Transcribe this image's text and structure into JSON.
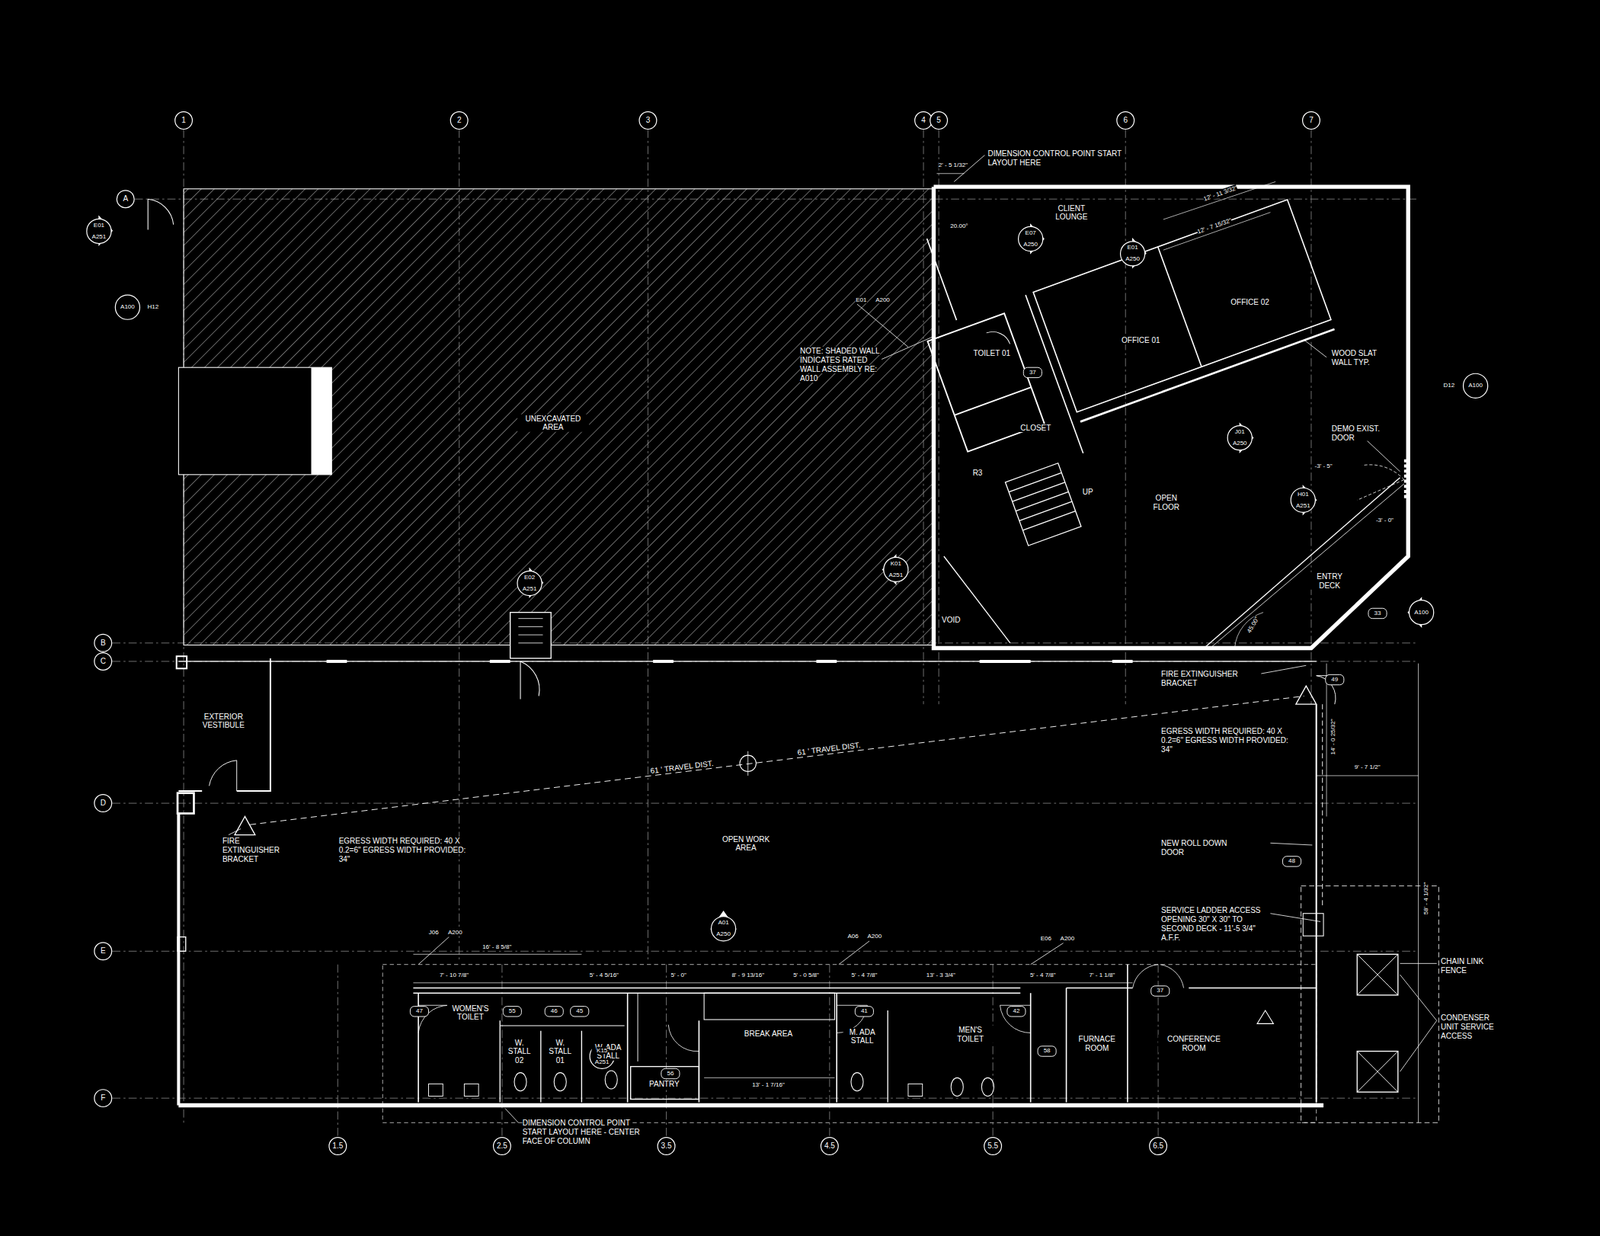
{
  "diagram": {
    "nodes": [
      {
        "text": [
          "UNEXCAVATED AREA"
        ]
      },
      {
        "text": [
          "CLIENT LOUNGE"
        ]
      },
      {
        "text": [
          "OFFICE 01"
        ]
      },
      {
        "text": [
          "OFFICE 02"
        ]
      },
      {
        "text": [
          "TOILET 01"
        ]
      },
      {
        "text": [
          "CLOSET"
        ]
      },
      {
        "text": [
          "OPEN FLOOR"
        ]
      },
      {
        "text": [
          "ENTRY DECK"
        ]
      },
      {
        "text": [
          "VOID"
        ]
      },
      {
        "text": [
          "EXTERIOR VESTIBULE"
        ]
      },
      {
        "text": [
          "OPEN WORK AREA"
        ]
      },
      {
        "text": [
          "WOMEN'S TOILET"
        ]
      },
      {
        "text": [
          "W. STALL 02"
        ]
      },
      {
        "text": [
          "W. STALL 01"
        ]
      },
      {
        "text": [
          "W. ADA STALL"
        ]
      },
      {
        "text": [
          "BREAK AREA"
        ]
      },
      {
        "text": [
          "PANTRY"
        ]
      },
      {
        "text": [
          "M. ADA STALL"
        ]
      },
      {
        "text": [
          "MEN'S TOILET"
        ]
      },
      {
        "text": [
          "FURNACE ROOM"
        ]
      },
      {
        "text": [
          "CONFERENCE ROOM"
        ]
      }
    ],
    "labels": [
      "1",
      "2",
      "3",
      "4",
      "5",
      "6",
      "7",
      "A",
      "B",
      "C",
      "D",
      "E",
      "F",
      "1.5",
      "2.5",
      "3.5",
      "4.5",
      "5.5",
      "6.5",
      "DIMENSION CONTROL POINT START LAYOUT HERE",
      "2' - 5 1/32\"",
      "NOTE: SHADED WALL INDICATES RATED WALL ASSEMBLY RE: A010",
      "WOOD SLAT WALL TYP.",
      "DEMO EXIST. DOOR",
      "FIRE EXTINGUISHER BRACKET",
      "EGRESS WIDTH REQUIRED: 40 X 0.2=6\" EGRESS WIDTH PROVIDED: 34\"",
      "61 ' TRAVEL DIST.",
      "61 ' TRAVEL DIST.",
      "NEW ROLL DOWN DOOR",
      "SERVICE LADDER ACCESS OPENING 30\" X 30\" TO SECOND DECK - 11'-5 3/4\" A.F.F.",
      "CHAIN LINK FENCE",
      "CONDENSER UNIT SERVICE ACCESS",
      "FIRE EXTINGUISHER BRACKET",
      "EGRESS WIDTH REQUIRED: 40 X 0.2=6\" EGRESS WIDTH PROVIDED: 34\"",
      "DIMENSION CONTROL POINT START LAYOUT HERE - CENTER FACE OF COLUMN",
      "UP",
      "R3",
      "12' - 11 3/32\"",
      "12' - 7 15/32\"",
      "20.00°",
      "45.00°",
      "-3' - 5\"",
      "-3' - 0\"",
      "9' - 7 1/2\"",
      "14' - 0 25/32\"",
      "58' - 4 1/32\"",
      "16' - 8 5/8\"",
      "7' - 10 7/8\"",
      "5' - 4 5/16\"",
      "5' - 0\"",
      "8' - 9 13/16\"",
      "5' - 0 5/8\"",
      "5' - 4 7/8\"",
      "13' - 3 3/4\"",
      "5' - 4 7/8\"",
      "7' - 1 1/8\"",
      "13' - 1 7/16\"",
      "47",
      "55",
      "46",
      "45",
      "41",
      "42",
      "37",
      "33",
      "49",
      "48",
      "56",
      "58",
      "37",
      "E01",
      "A251",
      "A100",
      "H12",
      "D12",
      "A100",
      "E07",
      "A250",
      "E01",
      "A250",
      "J01",
      "A250",
      "H01",
      "A251",
      "K01",
      "A251",
      "E02",
      "A251",
      "A01",
      "A250",
      "K15",
      "A251",
      "A100",
      "J06",
      "A200",
      "A06",
      "A200",
      "E06",
      "A200",
      "E01",
      "A200"
    ]
  }
}
